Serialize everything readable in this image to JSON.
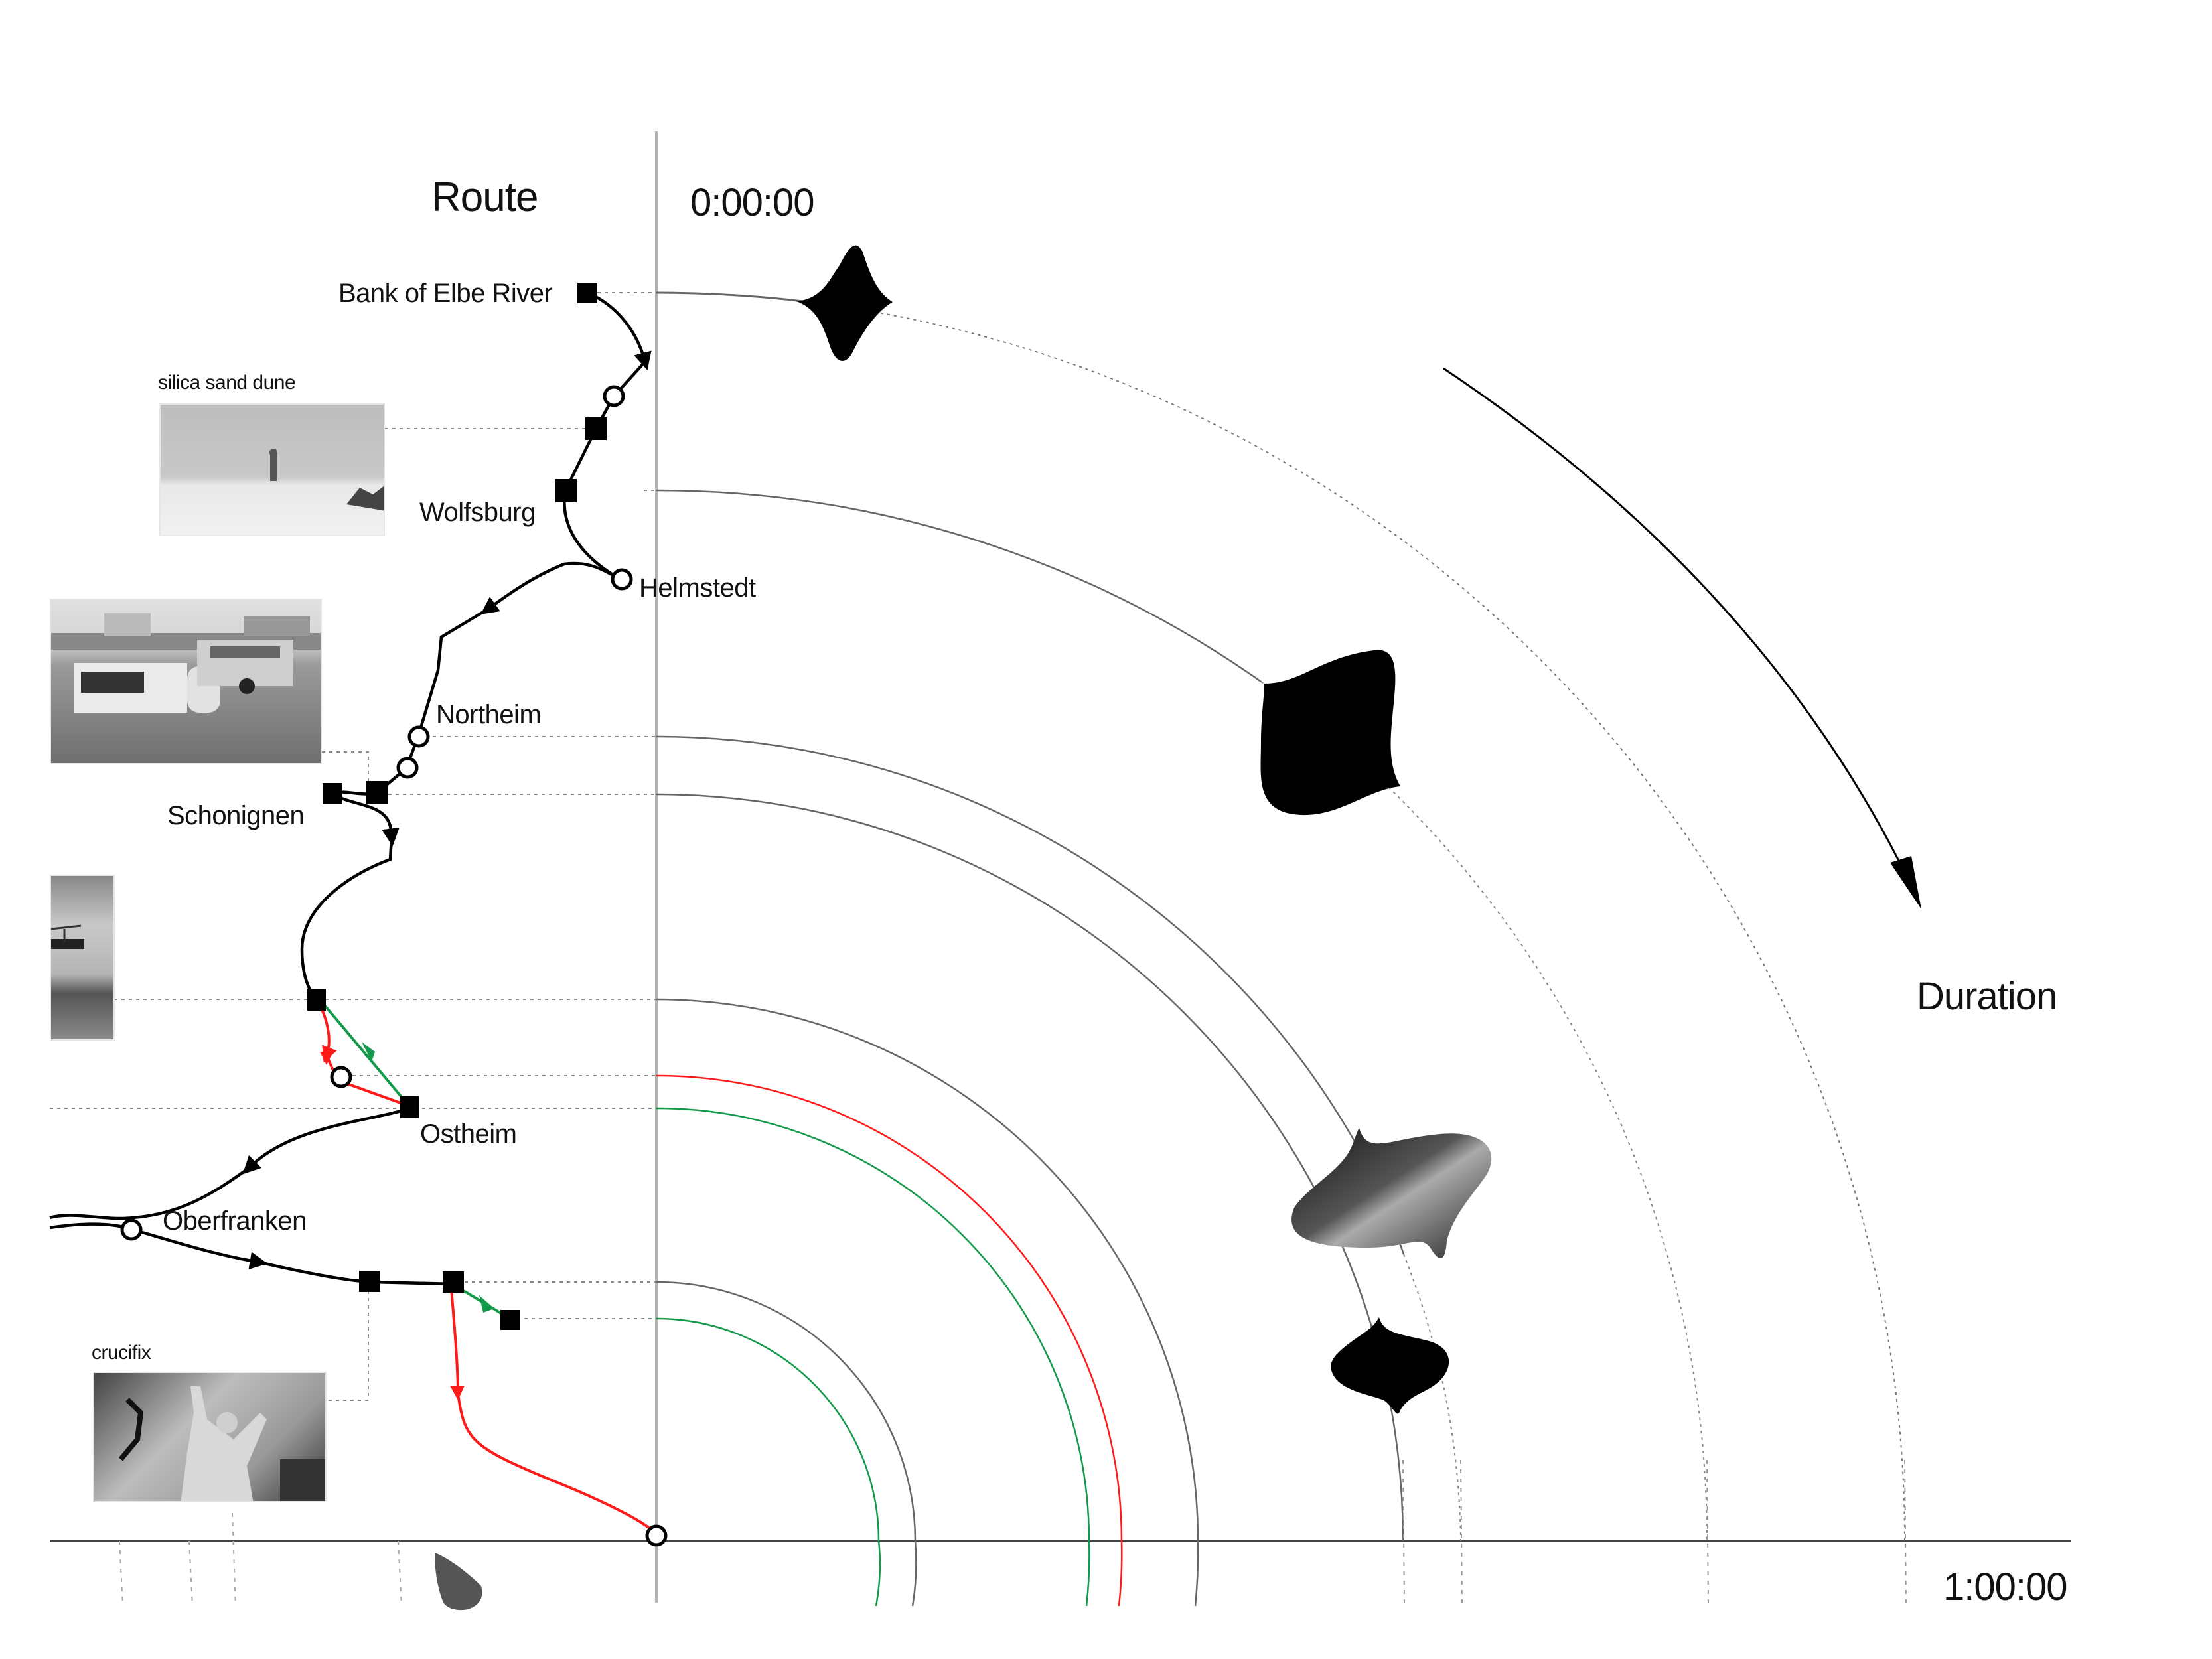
{
  "headings": {
    "route": "Route",
    "start_time": "0:00:00",
    "end_time": "1:00:00",
    "duration": "Duration"
  },
  "places": [
    {
      "id": "bank-of-elbe-river",
      "label": "Bank of Elbe River",
      "marker": "square"
    },
    {
      "id": "wolfsburg",
      "label": "Wolfsburg",
      "marker": "square"
    },
    {
      "id": "helmstedt",
      "label": "Helmstedt",
      "marker": "circle"
    },
    {
      "id": "northeim",
      "label": "Northeim",
      "marker": "circle"
    },
    {
      "id": "schonignen",
      "label": "Schonignen",
      "marker": "square"
    },
    {
      "id": "ostheim",
      "label": "Ostheim",
      "marker": "square"
    },
    {
      "id": "oberfranken",
      "label": "Oberfranken",
      "marker": "circle"
    }
  ],
  "photos": [
    {
      "id": "silica-sand-dune",
      "caption": "silica sand dune",
      "subject": "figure walking on white sand dune"
    },
    {
      "id": "bratwurst-stand",
      "caption": "",
      "subject": "bratwurst kiosk trailer and van in field"
    },
    {
      "id": "platform-field",
      "caption": "",
      "subject": "railing platform over field"
    },
    {
      "id": "crucifix",
      "caption": "crucifix",
      "subject": "man with raised fists, figure on crucifix in sky"
    }
  ],
  "legend": {
    "route_color": "#000000",
    "alt_route_red": "#ff1a1a",
    "alt_route_green": "#129a4a",
    "axis_color": "#b3b3b3",
    "arc_gray": "#6e6e6e"
  }
}
